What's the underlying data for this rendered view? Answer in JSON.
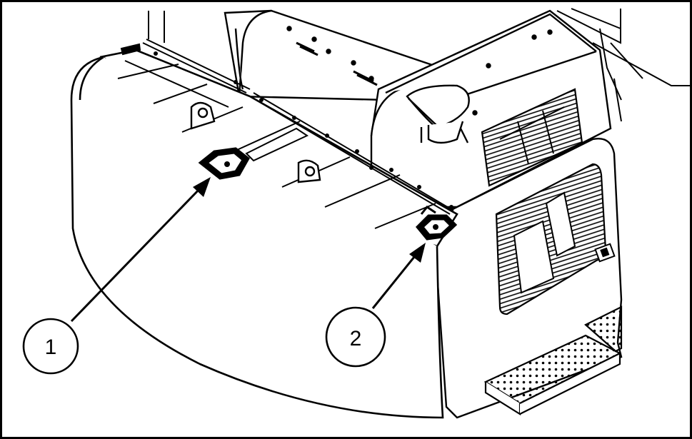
{
  "figure": {
    "description_labels": [
      {
        "id": "callout-1",
        "text": "1"
      },
      {
        "id": "callout-2",
        "text": "2"
      }
    ],
    "colors": {
      "line": "#000000",
      "background": "#ffffff"
    }
  }
}
